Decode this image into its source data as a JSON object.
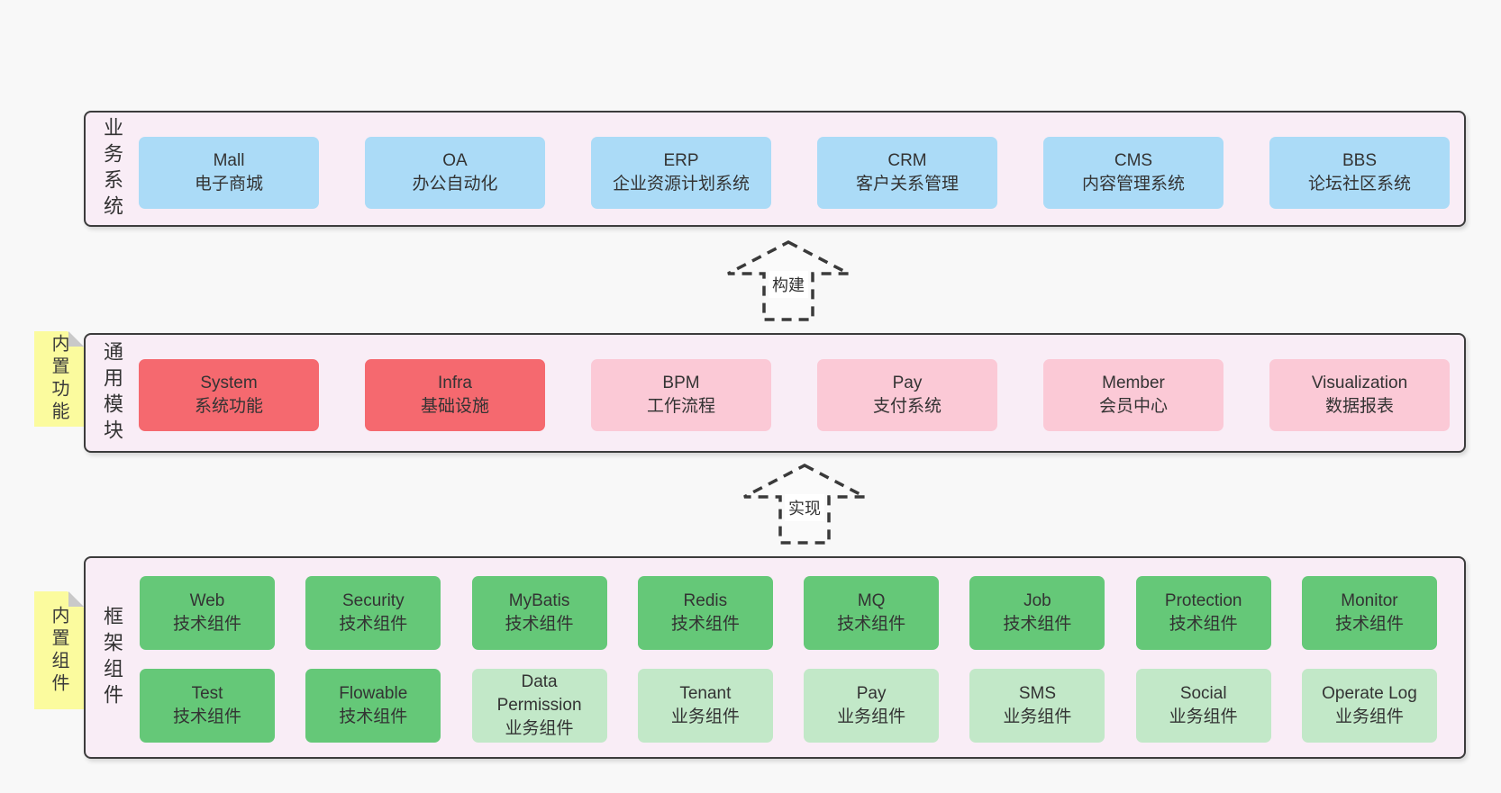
{
  "colors": {
    "page_bg": "#f8f8f8",
    "panel_bg": "#f9edf6",
    "panel_border": "#3c3c3c",
    "box_blue": "#abdbf7",
    "box_red": "#f5696f",
    "box_pink": "#fbc9d6",
    "box_green": "#65c878",
    "box_green_light": "#c2e8c8",
    "note_yellow": "#fbfb9e",
    "note_fold_gray": "#c9c9c9",
    "text": "#333333"
  },
  "arrows": [
    {
      "label": "构建"
    },
    {
      "label": "实现"
    }
  ],
  "notes": [
    {
      "text": "内置功能"
    },
    {
      "text": "内置组件"
    }
  ],
  "layers": {
    "business": {
      "label": "业务系统",
      "items": [
        {
          "title": "Mall",
          "subtitle": "电子商城",
          "variant": "blue"
        },
        {
          "title": "OA",
          "subtitle": "办公自动化",
          "variant": "blue"
        },
        {
          "title": "ERP",
          "subtitle": "企业资源计划系统",
          "variant": "blue"
        },
        {
          "title": "CRM",
          "subtitle": "客户关系管理",
          "variant": "blue"
        },
        {
          "title": "CMS",
          "subtitle": "内容管理系统",
          "variant": "blue"
        },
        {
          "title": "BBS",
          "subtitle": "论坛社区系统",
          "variant": "blue"
        }
      ]
    },
    "modules": {
      "label": "通用模块",
      "items": [
        {
          "title": "System",
          "subtitle": "系统功能",
          "variant": "red"
        },
        {
          "title": "Infra",
          "subtitle": "基础设施",
          "variant": "red"
        },
        {
          "title": "BPM",
          "subtitle": "工作流程",
          "variant": "pink"
        },
        {
          "title": "Pay",
          "subtitle": "支付系统",
          "variant": "pink"
        },
        {
          "title": "Member",
          "subtitle": "会员中心",
          "variant": "pink"
        },
        {
          "title": "Visualization",
          "subtitle": "数据报表",
          "variant": "pink"
        }
      ]
    },
    "components": {
      "label": "框架组件",
      "rows": [
        [
          {
            "title": "Web",
            "subtitle": "技术组件",
            "variant": "green"
          },
          {
            "title": "Security",
            "subtitle": "技术组件",
            "variant": "green"
          },
          {
            "title": "MyBatis",
            "subtitle": "技术组件",
            "variant": "green"
          },
          {
            "title": "Redis",
            "subtitle": "技术组件",
            "variant": "green"
          },
          {
            "title": "MQ",
            "subtitle": "技术组件",
            "variant": "green"
          },
          {
            "title": "Job",
            "subtitle": "技术组件",
            "variant": "green"
          },
          {
            "title": "Protection",
            "subtitle": "技术组件",
            "variant": "green"
          },
          {
            "title": "Monitor",
            "subtitle": "技术组件",
            "variant": "green"
          }
        ],
        [
          {
            "title": "Test",
            "subtitle": "技术组件",
            "variant": "green"
          },
          {
            "title": "Flowable",
            "subtitle": "技术组件",
            "variant": "green"
          },
          {
            "title": "Data Permission",
            "subtitle": "业务组件",
            "variant": "green-light"
          },
          {
            "title": "Tenant",
            "subtitle": "业务组件",
            "variant": "green-light"
          },
          {
            "title": "Pay",
            "subtitle": "业务组件",
            "variant": "green-light"
          },
          {
            "title": "SMS",
            "subtitle": "业务组件",
            "variant": "green-light"
          },
          {
            "title": "Social",
            "subtitle": "业务组件",
            "variant": "green-light"
          },
          {
            "title": "Operate Log",
            "subtitle": "业务组件",
            "variant": "green-light"
          }
        ]
      ]
    }
  }
}
